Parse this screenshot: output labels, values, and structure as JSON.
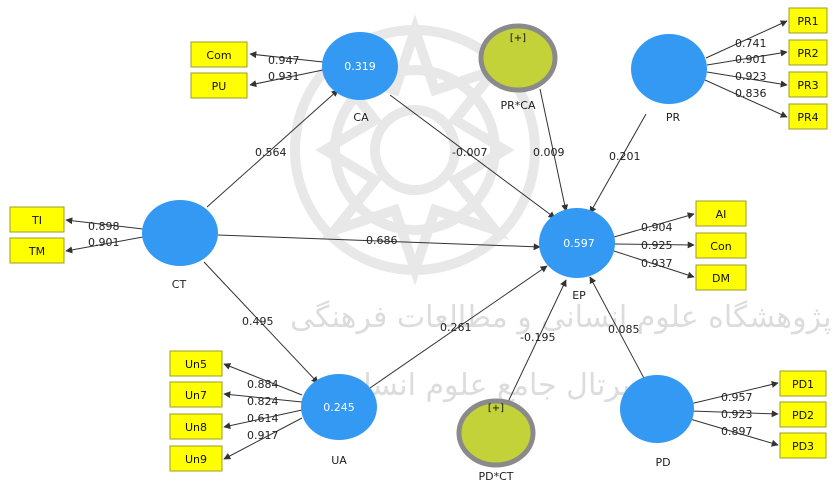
{
  "watermark": {
    "line1": "پژوهشگاه علوم انسانی و مطالعات فرهنگی",
    "line2": "پرتال جامع علوم انسانی"
  },
  "nodes": {
    "CA": {
      "label": "CA",
      "value": "0.319"
    },
    "CT": {
      "label": "CT",
      "value": ""
    },
    "EP": {
      "label": "EP",
      "value": "0.597"
    },
    "UA": {
      "label": "UA",
      "value": "0.245"
    },
    "PR": {
      "label": "PR",
      "value": ""
    },
    "PD": {
      "label": "PD",
      "value": ""
    },
    "PRCA": {
      "label": "PR*CA",
      "value": "[+]"
    },
    "PDCT": {
      "label": "PD*CT",
      "value": "[+]"
    }
  },
  "indicators": {
    "Com": {
      "label": "Com",
      "loading": "0.947"
    },
    "PU": {
      "label": "PU",
      "loading": "0.931"
    },
    "TI": {
      "label": "TI",
      "loading": "0.898"
    },
    "TM": {
      "label": "TM",
      "loading": "0.901"
    },
    "Un5": {
      "label": "Un5",
      "loading": "0.884"
    },
    "Un7": {
      "label": "Un7",
      "loading": "0.824"
    },
    "Un8": {
      "label": "Un8",
      "loading": "0.614"
    },
    "Un9": {
      "label": "Un9",
      "loading": "0.917"
    },
    "PR1": {
      "label": "PR1",
      "loading": "0.741"
    },
    "PR2": {
      "label": "PR2",
      "loading": "0.901"
    },
    "PR3": {
      "label": "PR3",
      "loading": "0.923"
    },
    "PR4": {
      "label": "PR4",
      "loading": "0.836"
    },
    "AI": {
      "label": "AI",
      "loading": "0.904"
    },
    "Con": {
      "label": "Con",
      "loading": "0.925"
    },
    "DM": {
      "label": "DM",
      "loading": "0.937"
    },
    "PD1": {
      "label": "PD1",
      "loading": "0.957"
    },
    "PD2": {
      "label": "PD2",
      "loading": "0.923"
    },
    "PD3": {
      "label": "PD3",
      "loading": "0.897"
    }
  },
  "paths": {
    "CT_CA": "0.564",
    "CT_EP": "0.686",
    "CT_UA": "0.495",
    "CA_EP": "-0.007",
    "PRCA_EP": "0.009",
    "PR_EP": "0.201",
    "UA_EP": "0.261",
    "PDCT_EP": "-0.195",
    "PD_EP": "0.085"
  },
  "colors": {
    "construct": "#3399f3",
    "moderator": "#c4d23a",
    "moderator_ring": "#8a8a8a",
    "indicator_fill": "#ffff00",
    "indicator_border": "#9b9b2a",
    "arrow": "#333333"
  }
}
